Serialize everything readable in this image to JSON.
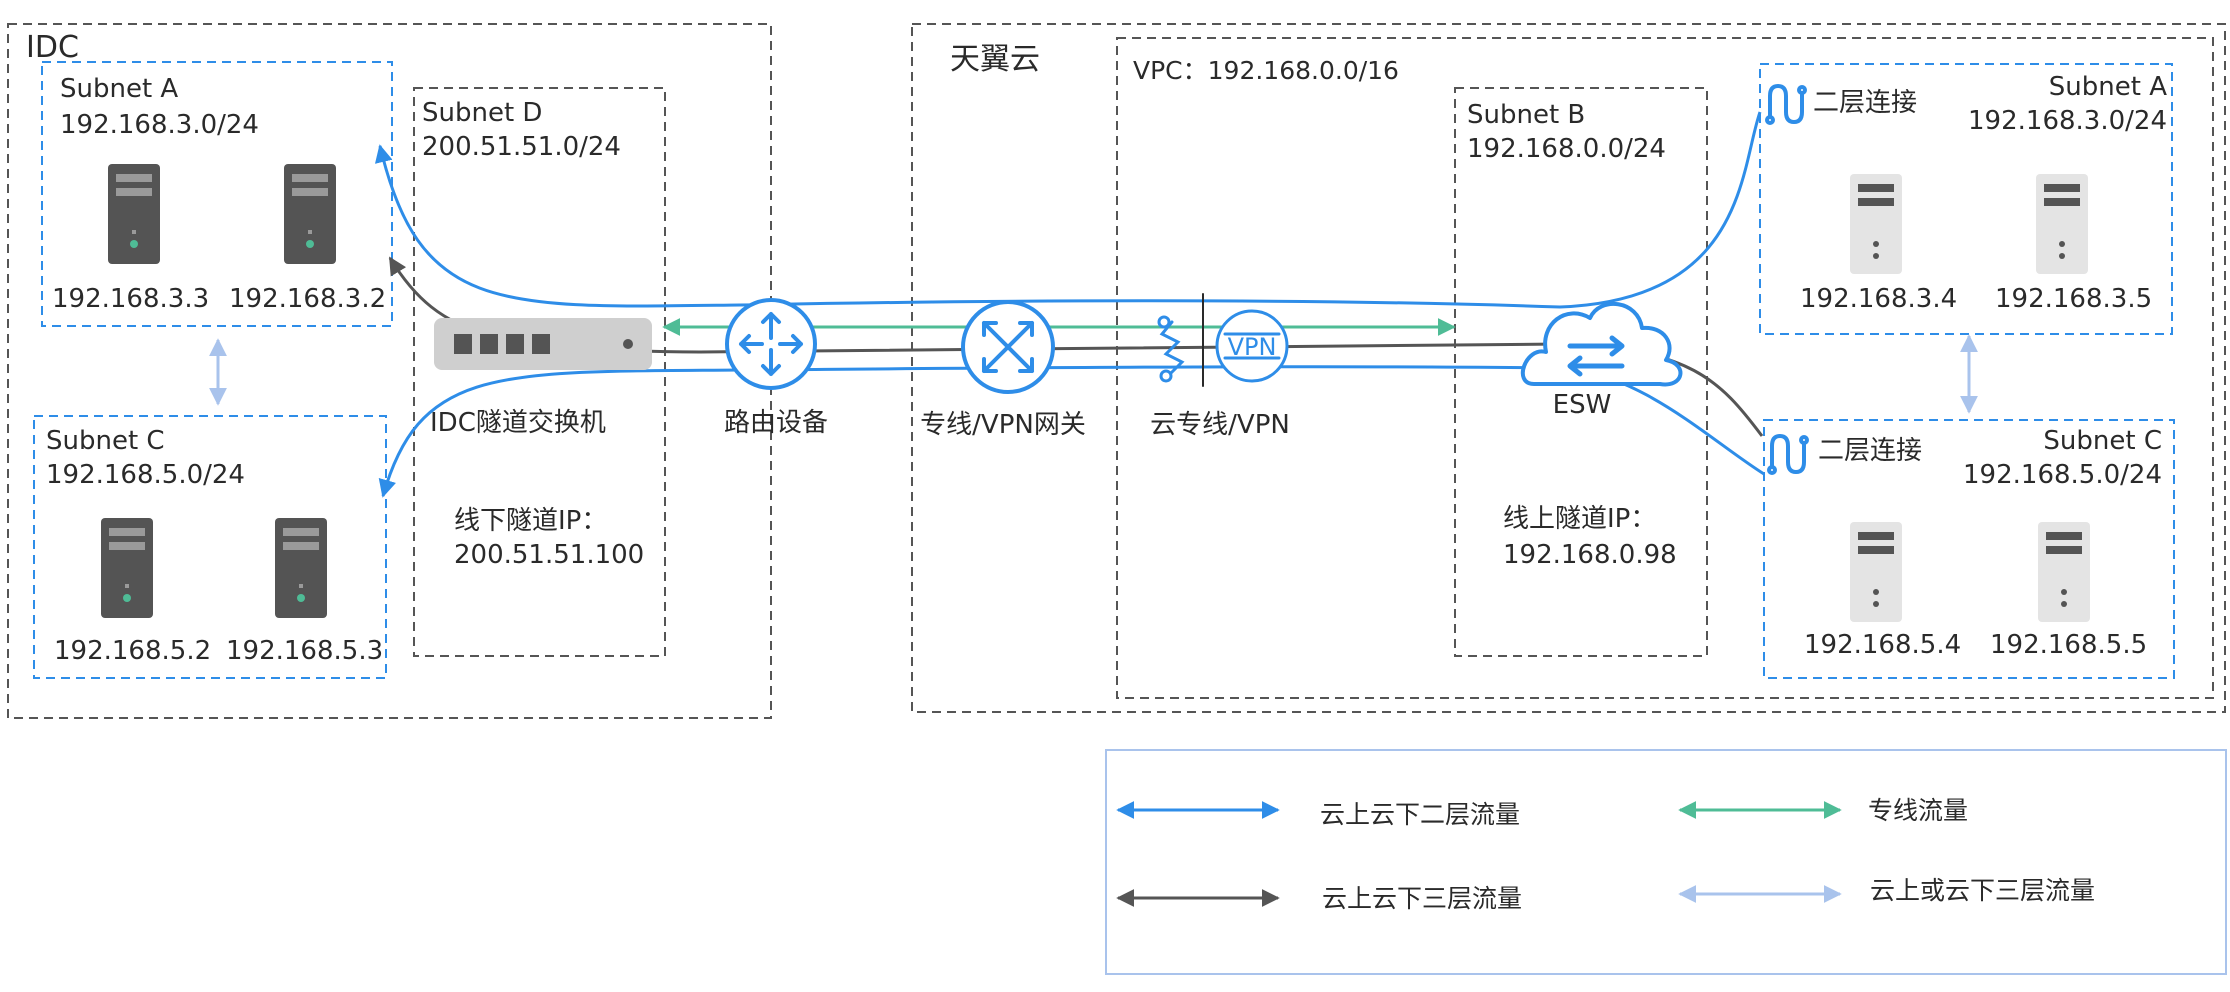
{
  "idc": {
    "label": "IDC",
    "subnet_a": {
      "name": "Subnet A",
      "cidr": "192.168.3.0/24",
      "hosts": [
        "192.168.3.3",
        "192.168.3.2"
      ]
    },
    "subnet_c": {
      "name": "Subnet C",
      "cidr": "192.168.5.0/24",
      "hosts": [
        "192.168.5.2",
        "192.168.5.3"
      ]
    },
    "subnet_d": {
      "name": "Subnet D",
      "cidr": "200.51.51.0/24"
    },
    "tunnel_switch_label": "IDC隧道交换机",
    "offline_tunnel_ip_label": "线下隧道IP：",
    "offline_tunnel_ip": "200.51.51.100",
    "router_label": "路由设备"
  },
  "cloud": {
    "label": "天翼云",
    "gateway_label": "专线/VPN网关",
    "vpc_label": "VPC：192.168.0.0/16",
    "dc_vpn_label": "云专线/VPN",
    "vpn_icon_text": "VPN",
    "subnet_b": {
      "name": "Subnet B",
      "cidr": "192.168.0.0/24"
    },
    "esw_label": "ESW",
    "online_tunnel_ip_label": "线上隧道IP：",
    "online_tunnel_ip": "192.168.0.98",
    "subnet_a": {
      "name": "Subnet A",
      "cidr": "192.168.3.0/24",
      "l2_label": "二层连接",
      "hosts": [
        "192.168.3.4",
        "192.168.3.5"
      ]
    },
    "subnet_c": {
      "name": "Subnet C",
      "cidr": "192.168.5.0/24",
      "l2_label": "二层连接",
      "hosts": [
        "192.168.5.4",
        "192.168.5.5"
      ]
    }
  },
  "legend": [
    {
      "label": "云上云下二层流量",
      "color": "#2e8de8"
    },
    {
      "label": "专线流量",
      "color": "#4fbc96"
    },
    {
      "label": "云上云下三层流量",
      "color": "#555555"
    },
    {
      "label": "云上或云下三层流量",
      "color": "#a9c3ec"
    }
  ],
  "colors": {
    "blue": "#2e8de8",
    "green": "#4fbc96",
    "gray_line": "#555555",
    "light_blue": "#a9c3ec",
    "dash_gray": "#555555",
    "dash_blue": "#2e8de8",
    "server_dark": "#545454",
    "server_light": "#e4e4e4"
  }
}
